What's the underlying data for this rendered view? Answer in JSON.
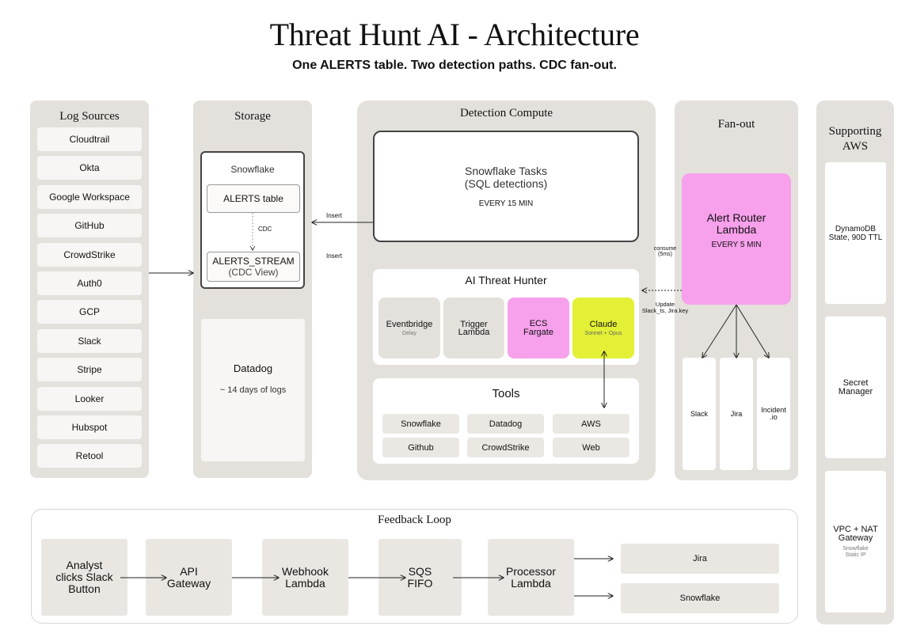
{
  "header": {
    "title": "Threat Hunt AI - Architecture",
    "subtitle": "One ALERTS table. Two detection paths. CDC fan-out."
  },
  "log_sources": {
    "title": "Log Sources",
    "items": [
      "Cloudtrail",
      "Okta",
      "Google Workspace",
      "GitHub",
      "CrowdStrike",
      "Auth0",
      "GCP",
      "Slack",
      "Stripe",
      "Looker",
      "Hubspot",
      "Retool"
    ]
  },
  "storage": {
    "title": "Storage",
    "snowflake": {
      "label": "Snowflake",
      "alerts_table": "ALERTS table",
      "cdc": "CDC",
      "stream_name": "ALERTS_STREAM",
      "stream_sub": "(CDC View)"
    },
    "datadog": {
      "label": "Datadog",
      "sub": "~ 14 days of logs"
    }
  },
  "detection": {
    "title": "Detection Compute",
    "tasks": {
      "line1": "Snowflake Tasks",
      "line2": "(SQL detections)",
      "schedule": "EVERY 15 MIN"
    },
    "hunter": {
      "title": "AI Threat Hunter",
      "eventbridge": {
        "label": "Eventbridge",
        "sub": "Delay"
      },
      "trigger": {
        "line1": "Trigger",
        "line2": "Lambda"
      },
      "ecs": {
        "line1": "ECS",
        "line2": "Fargate"
      },
      "claude": {
        "label": "Claude",
        "sub": "Sonnet + Opus"
      }
    },
    "tools": {
      "title": "Tools",
      "items": [
        "Snowflake",
        "Datadog",
        "AWS",
        "Github",
        "CrowdStrike",
        "Web"
      ]
    }
  },
  "edges": {
    "insert1": "Insert",
    "insert2": "Insert",
    "consume_line1": "consume",
    "consume_line2": "(5ms)",
    "update_line1": "Update",
    "update_line2": "Slack_ts, Jira.key"
  },
  "fanout": {
    "title": "Fan-out",
    "router": {
      "line1": "Alert Router",
      "line2": "Lambda",
      "schedule": "EVERY 5 MIN"
    },
    "targets": [
      {
        "label": "Slack"
      },
      {
        "label": "Jira"
      },
      {
        "line1": "Incident",
        "line2": ".io"
      }
    ]
  },
  "supporting": {
    "title_line1": "Supporting",
    "title_line2": "AWS",
    "dynamo": {
      "line1": "DynamoDB",
      "line2": "State, 90D TTL"
    },
    "secret": {
      "line1": "Secret",
      "line2": "Manager"
    },
    "vpc": {
      "line1": "VPC + NAT",
      "line2": "Gateway",
      "sub1": "Snowflake",
      "sub2": "Static IP"
    }
  },
  "feedback": {
    "title": "Feedback Loop",
    "analyst": [
      "Analyst",
      "clicks Slack",
      "Button"
    ],
    "api": [
      "API",
      "Gateway"
    ],
    "webhook": [
      "Webhook",
      "Lambda"
    ],
    "sqs": [
      "SQS",
      "FIFO"
    ],
    "processor": [
      "Processor",
      "Lambda"
    ],
    "outputs": [
      "Jira",
      "Snowflake"
    ]
  },
  "colors": {
    "panel": "#e4e1dc",
    "chip": "#f7f6f4",
    "router_pink": "#f7a0ec",
    "claude_lime": "#e3f035"
  }
}
